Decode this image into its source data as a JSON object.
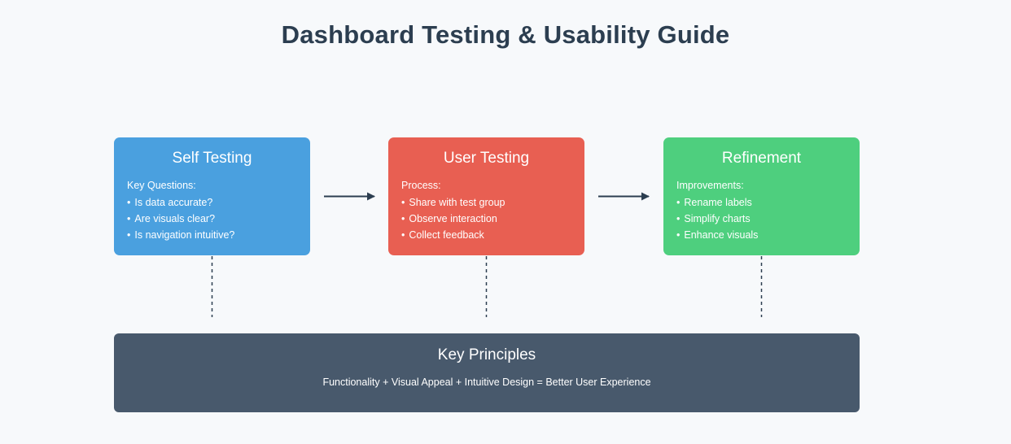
{
  "title": "Dashboard Testing & Usability Guide",
  "colors": {
    "background": "#f7f9fb",
    "title": "#2c3e50",
    "self_testing": "#4aa0df",
    "user_testing": "#e85f52",
    "refinement": "#4ecf7e",
    "principles": "#48596c",
    "connector": "#2c3e50"
  },
  "stages": [
    {
      "title": "Self Testing",
      "heading": "Key Questions:",
      "items": [
        "Is data accurate?",
        "Are visuals clear?",
        "Is navigation intuitive?"
      ]
    },
    {
      "title": "User Testing",
      "heading": "Process:",
      "items": [
        "Share with test group",
        "Observe interaction",
        "Collect feedback"
      ]
    },
    {
      "title": "Refinement",
      "heading": "Improvements:",
      "items": [
        "Rename labels",
        "Simplify charts",
        "Enhance visuals"
      ]
    }
  ],
  "bullet": "•",
  "principles": {
    "title": "Key Principles",
    "text": "Functionality + Visual Appeal + Intuitive Design = Better User Experience"
  }
}
